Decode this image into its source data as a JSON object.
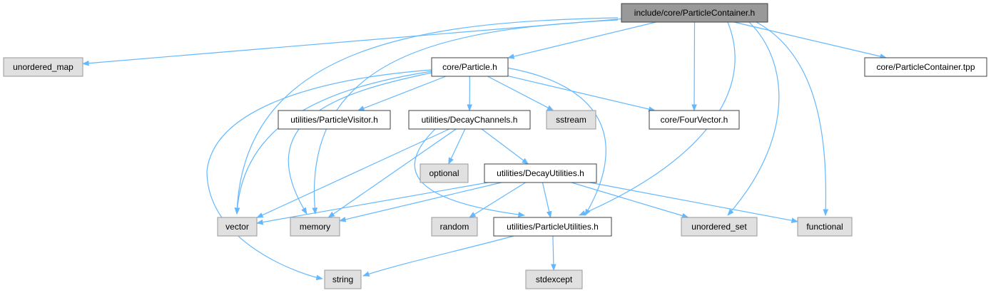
{
  "colors": {
    "root_fill": "#999999",
    "local_fill": "#ffffff",
    "system_fill": "#e0e0e0",
    "box_border_local": "#404040",
    "box_border_system": "#999999",
    "edge": "#63b8ff"
  },
  "nodes": {
    "root": {
      "label": "include/core/ParticleContainer.h",
      "kind": "root"
    },
    "unordered_map": {
      "label": "unordered_map",
      "kind": "system"
    },
    "particle_h": {
      "label": "core/Particle.h",
      "kind": "local"
    },
    "container_tpp": {
      "label": "core/ParticleContainer.tpp",
      "kind": "local"
    },
    "particle_visitor": {
      "label": "utilities/ParticleVisitor.h",
      "kind": "local"
    },
    "decay_channels": {
      "label": "utilities/DecayChannels.h",
      "kind": "local"
    },
    "sstream": {
      "label": "sstream",
      "kind": "system"
    },
    "fourvector": {
      "label": "core/FourVector.h",
      "kind": "local"
    },
    "optional": {
      "label": "optional",
      "kind": "system"
    },
    "decay_utilities": {
      "label": "utilities/DecayUtilities.h",
      "kind": "local"
    },
    "vector": {
      "label": "vector",
      "kind": "system"
    },
    "memory": {
      "label": "memory",
      "kind": "system"
    },
    "random": {
      "label": "random",
      "kind": "system"
    },
    "particle_utilities": {
      "label": "utilities/ParticleUtilities.h",
      "kind": "local"
    },
    "unordered_set": {
      "label": "unordered_set",
      "kind": "system"
    },
    "functional": {
      "label": "functional",
      "kind": "system"
    },
    "string": {
      "label": "string",
      "kind": "system"
    },
    "stdexcept": {
      "label": "stdexcept",
      "kind": "system"
    }
  },
  "edges": [
    [
      "root",
      "unordered_map"
    ],
    [
      "root",
      "particle_h"
    ],
    [
      "root",
      "container_tpp"
    ],
    [
      "root",
      "fourvector"
    ],
    [
      "root",
      "vector"
    ],
    [
      "root",
      "memory"
    ],
    [
      "root",
      "particle_utilities"
    ],
    [
      "root",
      "unordered_set"
    ],
    [
      "root",
      "functional"
    ],
    [
      "particle_h",
      "particle_visitor"
    ],
    [
      "particle_h",
      "decay_channels"
    ],
    [
      "particle_h",
      "sstream"
    ],
    [
      "particle_h",
      "fourvector"
    ],
    [
      "particle_h",
      "vector"
    ],
    [
      "particle_h",
      "memory"
    ],
    [
      "particle_h",
      "string"
    ],
    [
      "particle_h",
      "particle_utilities"
    ],
    [
      "decay_channels",
      "optional"
    ],
    [
      "decay_channels",
      "decay_utilities"
    ],
    [
      "decay_channels",
      "vector"
    ],
    [
      "decay_channels",
      "memory"
    ],
    [
      "decay_channels",
      "particle_utilities"
    ],
    [
      "decay_utilities",
      "vector"
    ],
    [
      "decay_utilities",
      "memory"
    ],
    [
      "decay_utilities",
      "random"
    ],
    [
      "decay_utilities",
      "particle_utilities"
    ],
    [
      "decay_utilities",
      "unordered_set"
    ],
    [
      "decay_utilities",
      "functional"
    ],
    [
      "particle_utilities",
      "string"
    ],
    [
      "particle_utilities",
      "stdexcept"
    ]
  ]
}
